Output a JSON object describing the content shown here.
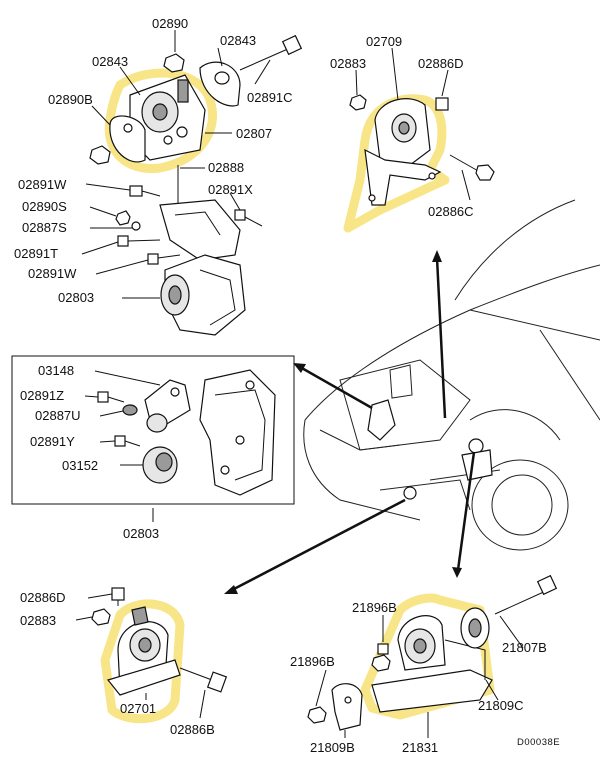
{
  "diagram": {
    "top_left_group": {
      "labels": [
        "02890",
        "02843",
        "02843",
        "02890B",
        "02891C",
        "02807",
        "02888",
        "02891W",
        "02891X",
        "02890S",
        "02887S",
        "02891T",
        "02891W",
        "02803"
      ]
    },
    "top_right_group": {
      "labels": [
        "02709",
        "02883",
        "02886D",
        "02886C"
      ]
    },
    "inset_box": {
      "labels": [
        "03148",
        "02891Z",
        "02887U",
        "02891Y",
        "03152",
        "02803"
      ]
    },
    "bottom_left_group": {
      "labels": [
        "02886D",
        "02883",
        "02701",
        "02886B"
      ]
    },
    "bottom_right_group": {
      "labels": [
        "21896B",
        "21807B",
        "21896B",
        "21809C",
        "21809B",
        "21831"
      ]
    },
    "figure_code": "D00038E"
  }
}
